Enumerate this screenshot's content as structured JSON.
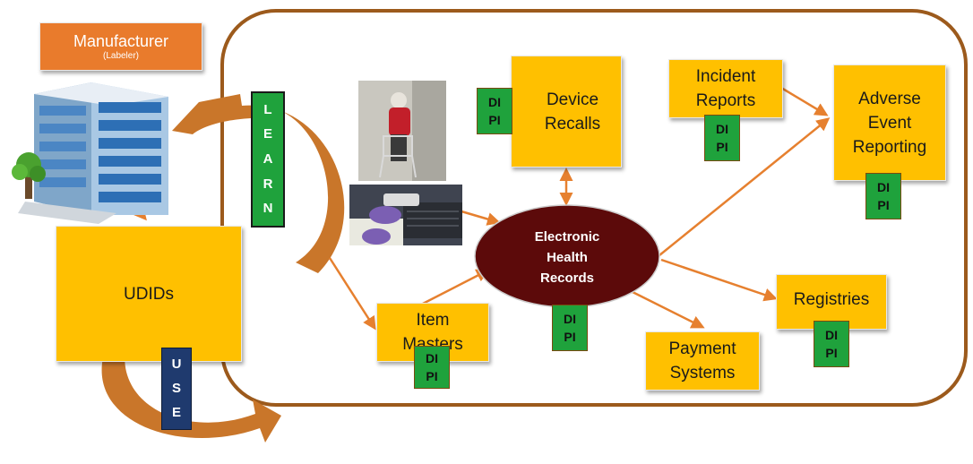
{
  "manufacturer": {
    "title": "Manufacturer",
    "subtitle": "(Labeler)"
  },
  "udids": "UDIDs",
  "learn_letters": [
    "L",
    "E",
    "A",
    "R",
    "N"
  ],
  "use_letters": [
    "U",
    "S",
    "E"
  ],
  "ehr_lines": [
    "Electronic",
    "Health",
    "Records"
  ],
  "device_recalls_lines": [
    "Device",
    "Recalls"
  ],
  "incident_reports_lines": [
    "Incident",
    "Reports"
  ],
  "adverse_event_lines": [
    "Adverse",
    "Event",
    "Reporting"
  ],
  "item_masters_lines": [
    "Item",
    "Masters"
  ],
  "payment_systems_lines": [
    "Payment",
    "Systems"
  ],
  "registries_lines": [
    "Registries"
  ],
  "tag": {
    "di": "DI",
    "pi": "PI"
  },
  "colors": {
    "box": "#ffc000",
    "manufacturer_box": "#e97b2c",
    "tag_green": "#1fa23c",
    "learn_green": "#1fa23c",
    "use_navy": "#1f3a6e",
    "ehr_fill": "#5c0a0a",
    "curve_arrow": "#c9762a",
    "connector": "#e6802f"
  }
}
